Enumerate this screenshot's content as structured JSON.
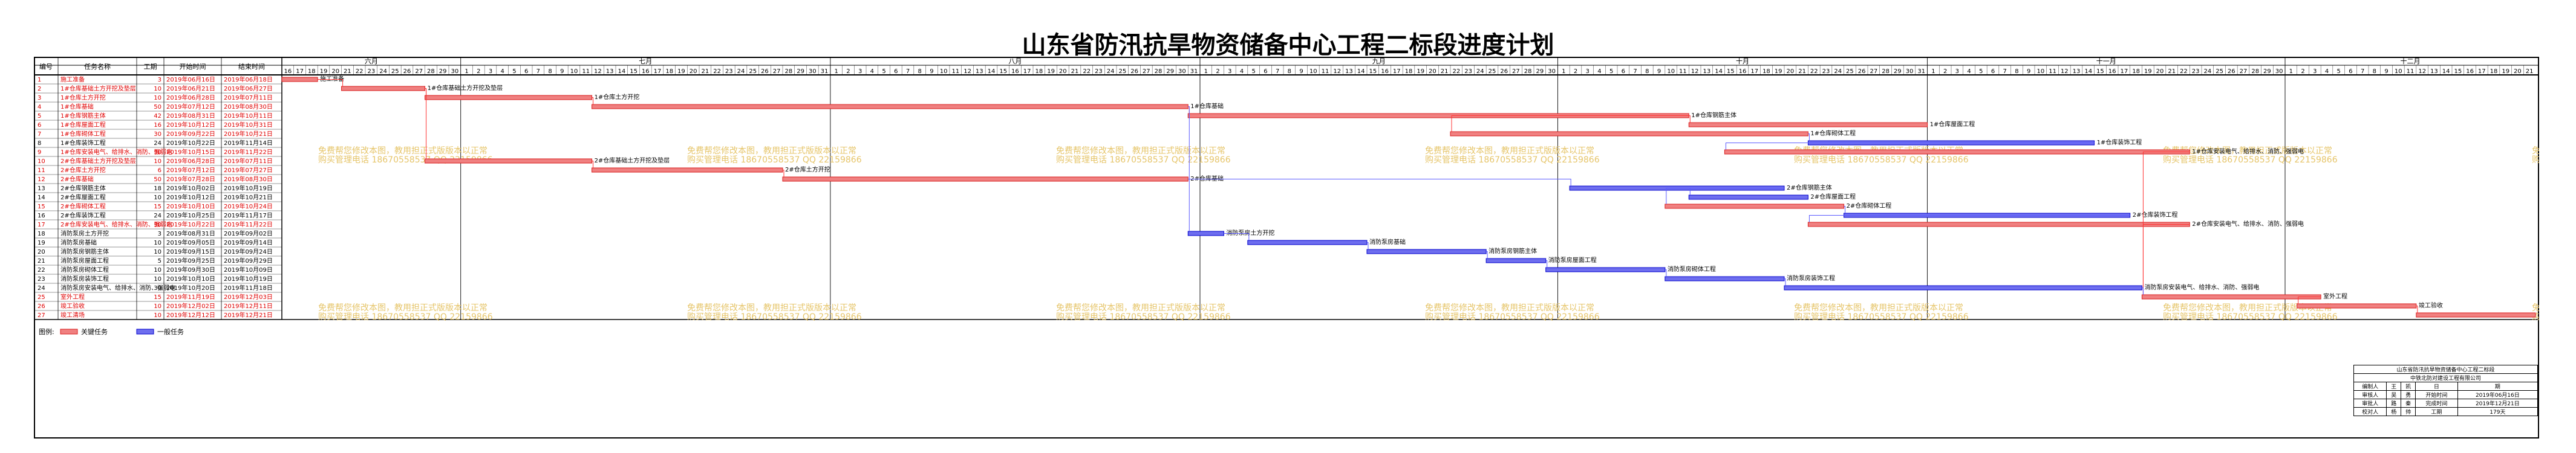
{
  "title": "山东省防汛抗旱物资储备中心工程二标段进度计划",
  "table": {
    "headers": [
      "编号",
      "任务名称",
      "工期",
      "开始时间",
      "结束时间"
    ],
    "rows": [
      {
        "id": "1",
        "name": "施工准备",
        "duration": "3",
        "start": "2019年06月16日",
        "end": "2019年06月18日",
        "type": "critical"
      },
      {
        "id": "2",
        "name": "1#仓库基础土方开挖及垫层",
        "duration": "10",
        "start": "2019年06月21日",
        "end": "2019年06月27日",
        "type": "critical"
      },
      {
        "id": "3",
        "name": "1#仓库土方开挖",
        "duration": "10",
        "start": "2019年06月28日",
        "end": "2019年07月11日",
        "type": "critical"
      },
      {
        "id": "4",
        "name": "1#仓库基础",
        "duration": "50",
        "start": "2019年07月12日",
        "end": "2019年08月30日",
        "type": "critical"
      },
      {
        "id": "5",
        "name": "1#仓库钢筋主体",
        "duration": "42",
        "start": "2019年08月31日",
        "end": "2019年10月11日",
        "type": "critical"
      },
      {
        "id": "6",
        "name": "1#仓库屋面工程",
        "duration": "16",
        "start": "2019年10月12日",
        "end": "2019年10月31日",
        "type": "critical"
      },
      {
        "id": "7",
        "name": "1#仓库砌体工程",
        "duration": "30",
        "start": "2019年09月22日",
        "end": "2019年10月21日",
        "type": "critical"
      },
      {
        "id": "8",
        "name": "1#仓库装饰工程",
        "duration": "24",
        "start": "2019年10月22日",
        "end": "2019年11月14日",
        "type": "normal"
      },
      {
        "id": "9",
        "name": "1#仓库安装电气、给排水、消防、强弱电",
        "duration": "30",
        "start": "2019年10月15日",
        "end": "2019年11月22日",
        "type": "critical"
      },
      {
        "id": "10",
        "name": "2#仓库基础土方开挖及垫层",
        "duration": "10",
        "start": "2019年06月28日",
        "end": "2019年07月11日",
        "type": "critical"
      },
      {
        "id": "11",
        "name": "2#仓库土方开挖",
        "duration": "6",
        "start": "2019年07月12日",
        "end": "2019年07月27日",
        "type": "critical"
      },
      {
        "id": "12",
        "name": "2#仓库基础",
        "duration": "50",
        "start": "2019年07月28日",
        "end": "2019年08月30日",
        "type": "critical"
      },
      {
        "id": "13",
        "name": "2#仓库钢筋主体",
        "duration": "18",
        "start": "2019年10月02日",
        "end": "2019年10月19日",
        "type": "normal"
      },
      {
        "id": "14",
        "name": "2#仓库屋面工程",
        "duration": "10",
        "start": "2019年10月12日",
        "end": "2019年10月21日",
        "type": "normal"
      },
      {
        "id": "15",
        "name": "2#仓库砌体工程",
        "duration": "15",
        "start": "2019年10月10日",
        "end": "2019年10月24日",
        "type": "critical"
      },
      {
        "id": "16",
        "name": "2#仓库装饰工程",
        "duration": "24",
        "start": "2019年10月25日",
        "end": "2019年11月17日",
        "type": "normal"
      },
      {
        "id": "17",
        "name": "2#仓库安装电气、给排水、消防、强弱电",
        "duration": "30",
        "start": "2019年10月22日",
        "end": "2019年11月22日",
        "type": "critical"
      },
      {
        "id": "18",
        "name": "消防泵房土方开挖",
        "duration": "3",
        "start": "2019年08月31日",
        "end": "2019年09月02日",
        "type": "normal"
      },
      {
        "id": "19",
        "name": "消防泵房基础",
        "duration": "10",
        "start": "2019年09月05日",
        "end": "2019年09月14日",
        "type": "normal"
      },
      {
        "id": "20",
        "name": "消防泵房钢筋主体",
        "duration": "10",
        "start": "2019年09月15日",
        "end": "2019年09月24日",
        "type": "normal"
      },
      {
        "id": "21",
        "name": "消防泵房屋面工程",
        "duration": "5",
        "start": "2019年09月25日",
        "end": "2019年09月29日",
        "type": "normal"
      },
      {
        "id": "22",
        "name": "消防泵房砌体工程",
        "duration": "10",
        "start": "2019年09月30日",
        "end": "2019年10月09日",
        "type": "normal"
      },
      {
        "id": "23",
        "name": "消防泵房装饰工程",
        "duration": "10",
        "start": "2019年10月10日",
        "end": "2019年10月19日",
        "type": "normal"
      },
      {
        "id": "24",
        "name": "消防泵房安装电气、给排水、消防、强弱电",
        "duration": "30",
        "start": "2019年10月20日",
        "end": "2019年11月18日",
        "type": "normal"
      },
      {
        "id": "25",
        "name": "室外工程",
        "duration": "15",
        "start": "2019年11月19日",
        "end": "2019年12月03日",
        "type": "critical"
      },
      {
        "id": "26",
        "name": "竣工验收",
        "duration": "10",
        "start": "2019年12月02日",
        "end": "2019年12月11日",
        "type": "critical"
      },
      {
        "id": "27",
        "name": "竣工清场",
        "duration": "10",
        "start": "2019年12月12日",
        "end": "2019年12月21日",
        "type": "critical"
      }
    ]
  },
  "bar_labels": [
    "施工准备",
    "1#仓库基础土方开挖及垫层",
    "1#仓库土方开挖",
    "1#仓库基础",
    "1#仓库钢筋主体",
    "1#仓库屋面工程",
    "1#仓库砌体工程",
    "1#仓库装饰工程",
    "1#仓库安装电气、给排水、消防、强弱电",
    "2#仓库基础土方开挖及垫层",
    "2#仓库土方开挖",
    "2#仓库基础",
    "2#仓库钢筋主体",
    "2#仓库屋面工程",
    "2#仓库砌体工程",
    "2#仓库装饰工程",
    "2#仓库安装电气、给排水、消防、强弱电",
    "消防泵房土方开挖",
    "消防泵房基础",
    "消防泵房钢筋主体",
    "消防泵房屋面工程",
    "消防泵房砌体工程",
    "消防泵房装饰工程",
    "消防泵房安装电气、给排水、消防、强弱电",
    "室外工程",
    "竣工验收",
    "竣工清场"
  ],
  "months": [
    "六月",
    "七月",
    "八月",
    "九月",
    "十月",
    "十一月",
    "十二月"
  ],
  "watermark": {
    "line1": "免费帮您修改本图，教用担正式版版本以正常",
    "line2": "购买管理电话 18670558537 QQ 22159866"
  },
  "legend": {
    "label": "图例:",
    "critical": "关键任务",
    "normal": "一般任务"
  },
  "info": {
    "project": "山东省防汛抗旱物资储备中心工程二标段",
    "company": "中铁北防对建设工程有限公司",
    "rows": [
      {
        "k1": "编制人",
        "v1": "王",
        "v2": "凯",
        "k2": "日",
        "v3": "期"
      },
      {
        "k1": "审核人",
        "v1": "吴",
        "v2": "勇",
        "k2": "开始时间",
        "v3": "2019年06月16日"
      },
      {
        "k1": "审批人",
        "v1": "路",
        "v2": "秦",
        "k2": "完成时间",
        "v3": "2019年12月21日"
      },
      {
        "k1": "校对人",
        "v1": "杨",
        "v2": "帅",
        "k2": "工期",
        "v3": "179天"
      }
    ]
  },
  "colors": {
    "critical": "#f08080",
    "critical_edge": "#d91c1c",
    "normal": "#6e6eef",
    "normal_edge": "#0000cc",
    "critical_text": "#e00000",
    "link": "#5a5aff",
    "crit_link": "#ff3333"
  },
  "timeline": {
    "start": "2019-06-16",
    "days": 189
  }
}
